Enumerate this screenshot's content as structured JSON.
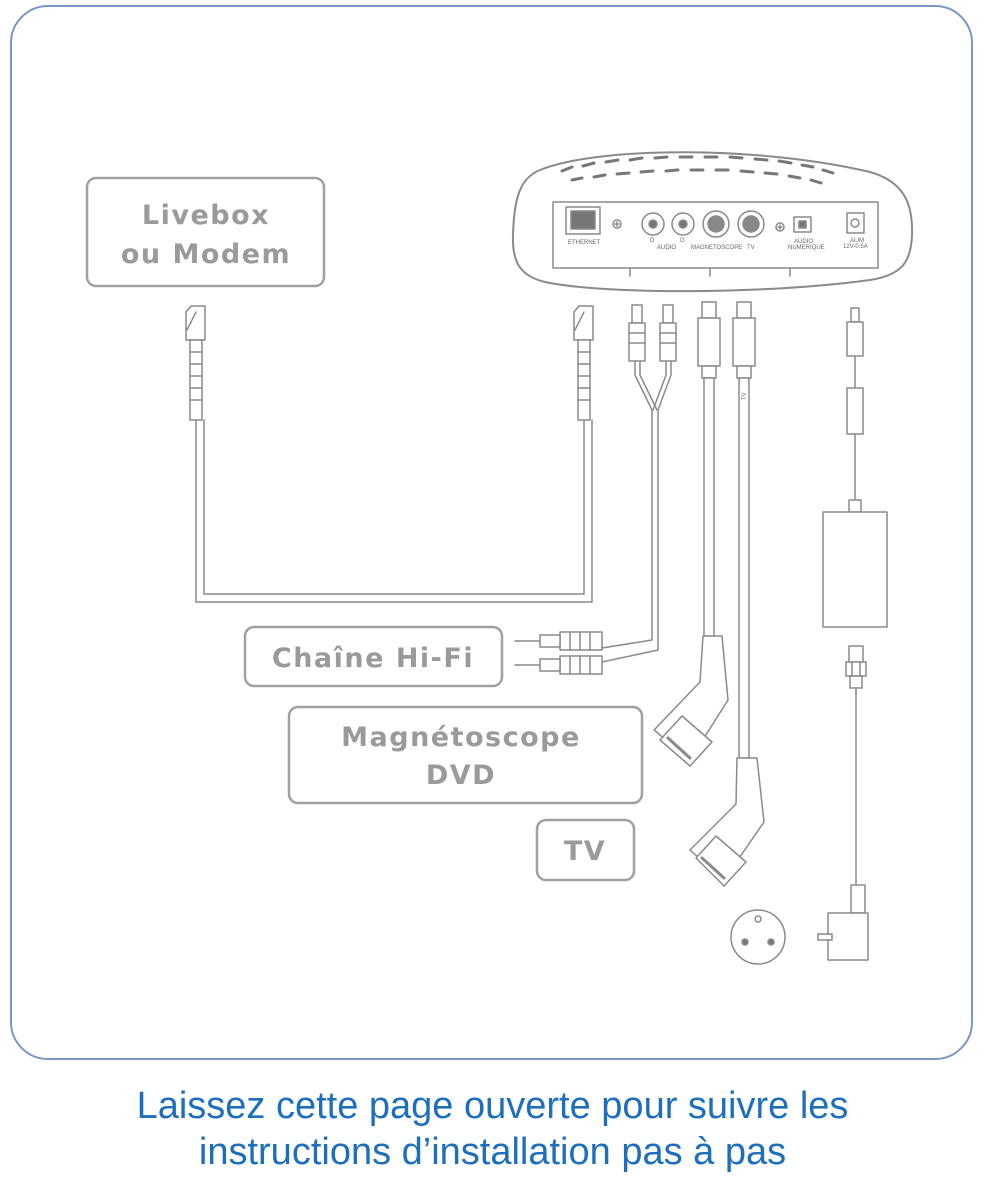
{
  "labels": {
    "livebox_line1": "Livebox",
    "livebox_line2": "ou Modem",
    "hifi": "Chaîne Hi-Fi",
    "magneto_line1": "Magnétoscope",
    "magneto_line2": "DVD",
    "tv": "TV"
  },
  "ports": {
    "ethernet": "ETHERNET",
    "audio_d": "D",
    "audio": "AUDIO",
    "audio_g": "G",
    "magnetoscope": "MAGNETOSCOPE",
    "tv": "TV",
    "audio_num_1": "AUDIO",
    "audio_num_2": "NUMERIQUE",
    "alim_1": "ALIM",
    "alim_2": "12V-0.5A"
  },
  "cable_labels": {
    "tv_cable": "TV"
  },
  "caption": {
    "line1": "Laissez cette page ouverte pour suivre les",
    "line2": "instructions d’installation pas à pas"
  },
  "colors": {
    "frame": "#7b97c9",
    "caption": "#1d6fbd",
    "label_gray": "#9a9a9a"
  }
}
